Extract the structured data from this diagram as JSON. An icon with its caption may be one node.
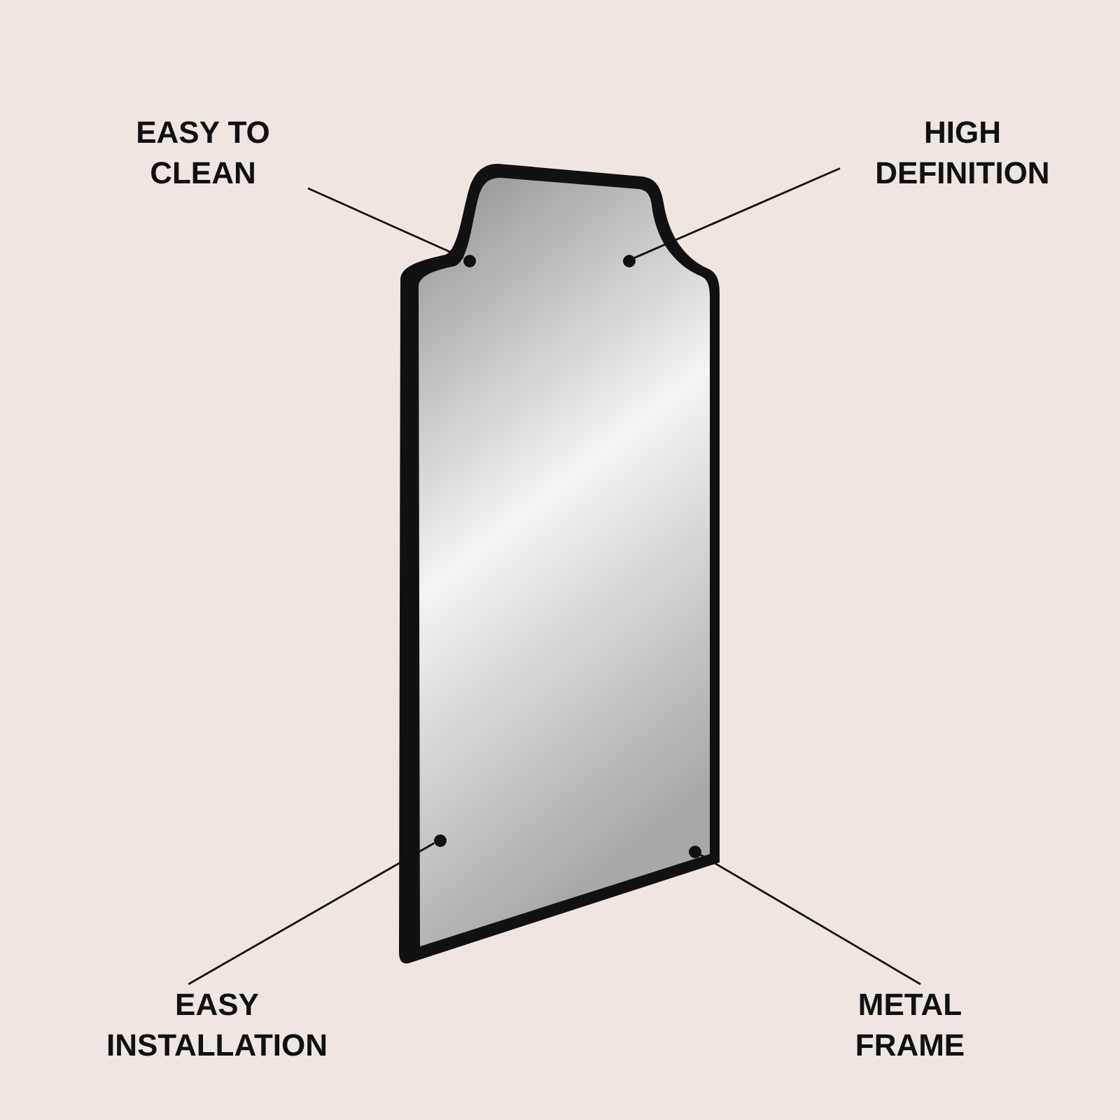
{
  "diagram": {
    "nodes": [
      {
        "text": [
          "EASY TO CLEAN"
        ]
      },
      {
        "text": [
          "HIGH DEFINITION"
        ]
      },
      {
        "text": [],
        "shape": "picture"
      },
      {
        "text": [],
        "shape": "circle",
        "in": 2
      },
      {
        "text": [],
        "shape": "circle",
        "in": 2
      },
      {
        "text": [],
        "shape": "circle",
        "in": 2
      },
      {
        "text": [],
        "shape": "circle",
        "in": 2
      },
      {
        "text": [
          "EASY INSTALLATION"
        ]
      },
      {
        "text": [
          "METAL FRAME"
        ]
      }
    ],
    "edges": [
      {
        "from": 0,
        "to": 3,
        "arrow": "none"
      },
      {
        "from": 1,
        "to": 4,
        "arrow": "none"
      },
      {
        "from": 7,
        "to": 5,
        "arrow": "none"
      },
      {
        "from": 8,
        "to": 6,
        "arrow": "none"
      }
    ]
  }
}
